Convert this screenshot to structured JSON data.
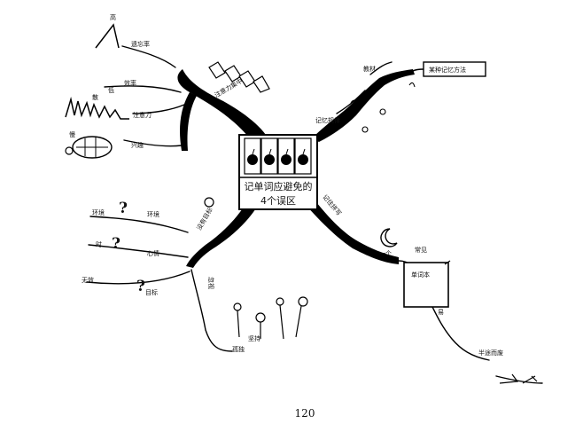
{
  "center": {
    "title_line1": "记单词应避免的",
    "title_line2": "4个误区"
  },
  "branches": {
    "top_left": {
      "label": "注意力集中",
      "children": [
        {
          "label": "遗忘率",
          "mark": "高"
        },
        {
          "label": "效率",
          "mark": "低"
        },
        {
          "label": "注意力",
          "mark": "散"
        },
        {
          "label": "兴趣",
          "mark": "慢"
        }
      ]
    },
    "top_right": {
      "label": "记忆规律",
      "children": [
        {
          "label": "教材"
        },
        {
          "label": "某种记忆方法"
        }
      ]
    },
    "bottom_left": {
      "label": "没有目标",
      "children": [
        {
          "label": "环境",
          "prefix": "环境"
        },
        {
          "label": "心情",
          "prefix": "时"
        },
        {
          "label": "目标",
          "prefix": "无效"
        },
        {
          "label": "忽视"
        },
        {
          "label": "孤独",
          "sub": "坚持"
        }
      ]
    },
    "bottom_right": {
      "label": "记住拼写",
      "children": [
        {
          "label": "一个"
        },
        {
          "label": "常见"
        },
        {
          "label": "单词本"
        },
        {
          "label": "易"
        },
        {
          "label": "半途而废"
        }
      ]
    }
  },
  "page_number": "120"
}
